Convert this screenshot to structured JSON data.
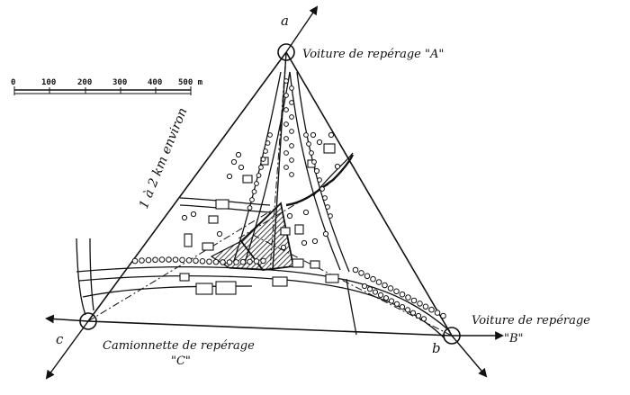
{
  "labels": {
    "car_a": "Voiture de repérage \"A\"",
    "car_b_line1": "Voiture de repérage",
    "car_b_line2": "\"B\"",
    "van_c_line1": "Camionnette de repérage",
    "van_c_line2": "\"C\"",
    "distance": "1 à 2 km environ",
    "vertex_a": "a",
    "vertex_b": "b",
    "vertex_c": "c"
  },
  "scale_bar": {
    "ticks": [
      "0",
      "100",
      "200",
      "300",
      "400",
      "500 m"
    ]
  },
  "colors": {
    "ink": "#111111",
    "paper": "#ffffff"
  }
}
